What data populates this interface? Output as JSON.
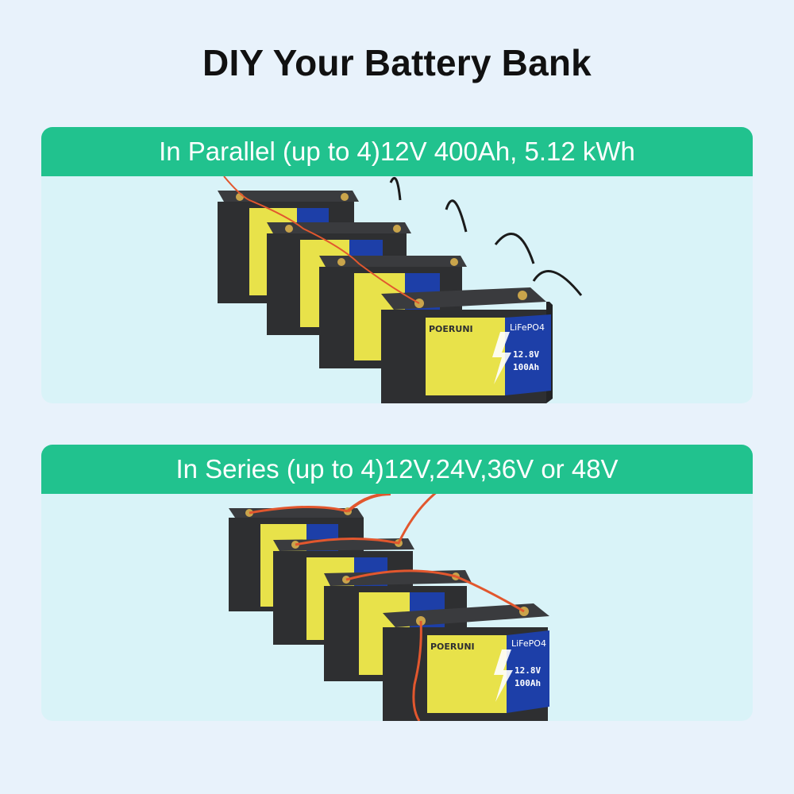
{
  "title": "DIY Your Battery Bank",
  "sections": [
    {
      "banner": "In Parallel (up to 4)12V 400Ah, 5.12 kWh"
    },
    {
      "banner": "In Series (up to 4)12V,24V,36V or 48V"
    }
  ],
  "battery": {
    "brand": "POERUNI",
    "chemistry": "LiFePO4",
    "voltage": "12.8V",
    "capacity": "100Ah"
  },
  "colors": {
    "background": "#e8f2fb",
    "panel": "#d9f3f8",
    "banner": "#21c28e",
    "case": "#2e2f31",
    "label_yellow": "#e8e24a",
    "label_blue": "#1d3fa8",
    "cable_red": "#e2572e",
    "cable_black": "#1b1b1b"
  }
}
